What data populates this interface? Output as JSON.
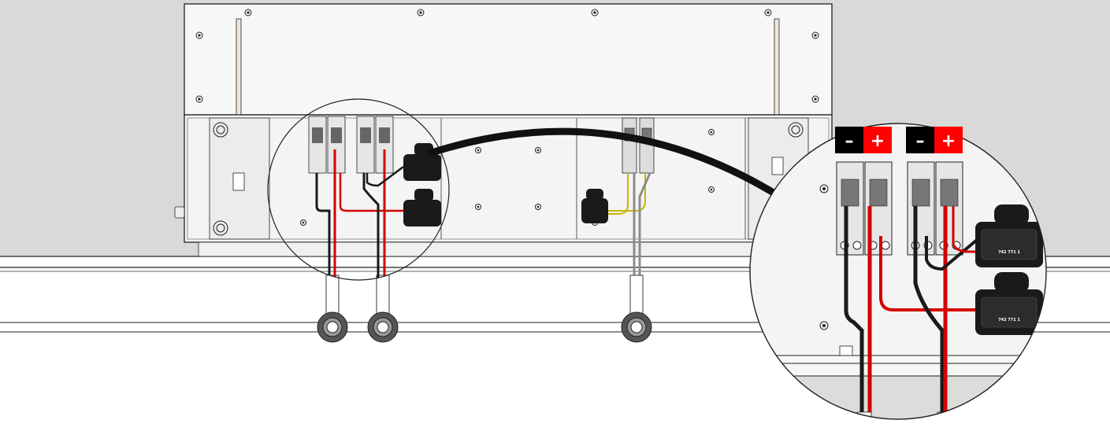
{
  "terminal_labels": [
    {
      "sign": "–",
      "polarity": "negative",
      "color": "#000000"
    },
    {
      "sign": "+",
      "polarity": "positive",
      "color": "#ff0000"
    },
    {
      "sign": "–",
      "polarity": "negative",
      "color": "#000000"
    },
    {
      "sign": "+",
      "polarity": "positive",
      "color": "#ff0000"
    }
  ],
  "connector_part_number": "742 771 1",
  "colors": {
    "wall": "#d9d9d9",
    "housing": "#f4f4f4",
    "outline": "#222222",
    "wire_black": "#1a1a1a",
    "wire_red": "#d40000",
    "wire_grey": "#8c8c8c",
    "wire_yellow": "#c8b400"
  }
}
